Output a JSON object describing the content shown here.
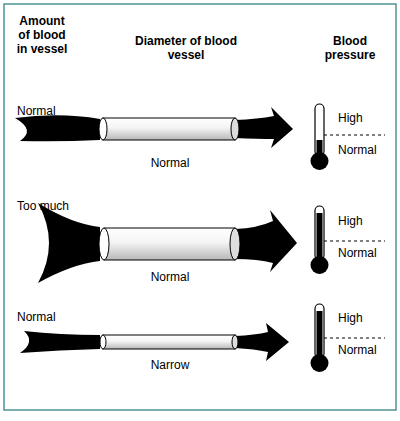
{
  "diagram": {
    "labels": [
      "Amount of blood in vessel",
      "Diameter of blood vessel",
      "Blood pressure",
      "Normal",
      "High",
      "Normal",
      "Normal",
      "Too much",
      "High",
      "Normal",
      "Normal",
      "Normal",
      "High",
      "Normal",
      "Narrow"
    ]
  }
}
